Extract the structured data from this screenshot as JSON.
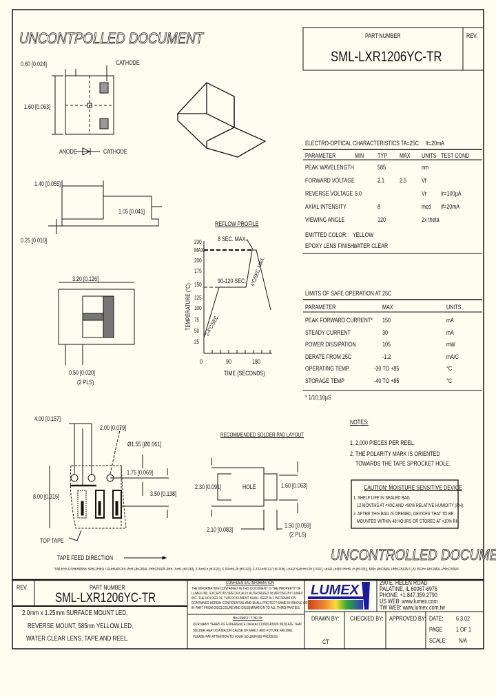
{
  "header": {
    "watermark_top": "UNCONTPOLLED DOCUMENT",
    "part_number_label": "PART NUMBER",
    "part_number": "SML-LXR1206YC-TR",
    "rev_label": "REV."
  },
  "top_view": {
    "dim_width": "0.60 [0.024]",
    "cathode_label": "CATHODE",
    "dim_length": "1.60 [0.063]",
    "anode_label": "ANODE",
    "cathode_symbol_label": "CATHODE"
  },
  "side_view": {
    "dim_height": "1.40 [0.055]",
    "dim_lead": "1.05 [0.041]",
    "dim_thickness": "0.25 [0.010]"
  },
  "front_view": {
    "dim_length": "3.20 [0.126]",
    "dim_pad": "0.50 [0.020]",
    "dim_pad_note": "(2 PLS)"
  },
  "reflow": {
    "title": "REFLOW PROFILE",
    "ylabel": "TEMPERATURE (°C)",
    "xlabel": "TIME (SECONDS)",
    "y_ticks": [
      "230",
      "MAX.",
      "200",
      "175",
      "150",
      "125",
      "100",
      "75",
      "50",
      "25"
    ],
    "x_ticks": [
      "0",
      "90",
      "180"
    ],
    "annotation_peak": "8 SEC. MAX.",
    "annotation_soak": "90-120 SEC.",
    "annotation_ramp_up": "2-4°C/SEC.",
    "annotation_ramp_down": "4°C/SEC. MAX."
  },
  "electro_optical": {
    "title": "ELECTRO-OPTICAL CHARACTERISTICS TA=25C",
    "title_cond": "If=20mA",
    "headers": [
      "PARAMETER",
      "MIN",
      "TYP",
      "MAX",
      "UNITS",
      "TEST COND"
    ],
    "rows": [
      [
        "PEAK WAVELENGTH",
        "",
        "585",
        "",
        "nm",
        ""
      ],
      [
        "FORWARD VOLTAGE",
        "",
        "2.1",
        "2.5",
        "Vf",
        ""
      ],
      [
        "REVERSE VOLTAGE",
        "5.0",
        "",
        "",
        "Vr",
        "Ir=100µA"
      ],
      [
        "AXIAL INTENSITY",
        "",
        "8",
        "",
        "mcd",
        "If=20mA"
      ],
      [
        "VIEWING ANGLE",
        "",
        "120",
        "",
        "2x theta",
        ""
      ]
    ],
    "emitted_color_label": "EMITTED COLOR:",
    "emitted_color": "YELLOW",
    "epoxy_label": "EPOXY LENS FINISH:",
    "epoxy": "WATER CLEAR"
  },
  "limits": {
    "title": "LIMITS OF SAFE OPERATION AT 25C",
    "headers": [
      "PARAMETER",
      "MAX",
      "UNITS"
    ],
    "rows": [
      [
        "PEAK FORWARD CURRENT*",
        "150",
        "mA"
      ],
      [
        "STEADY CURRENT",
        "30",
        "mA"
      ],
      [
        "POWER DISSIPATION",
        "105",
        "mW"
      ],
      [
        "DERATE FROM 25C",
        "-1.2",
        "mA/C"
      ],
      [
        "OPERATING TEMP.",
        "-30 TO +85",
        "°C"
      ],
      [
        "STORAGE TEMP",
        "-40 TO +85",
        "°C"
      ]
    ],
    "footnote": "* 1/10,10µS"
  },
  "tape": {
    "dim_pitch": "4.00 [0.157]",
    "dim_half_pitch": "2.00 [0.079]",
    "dim_hole": "Ø1.55 [Ø0.061]",
    "dim_edge": "1.75 [0.069]",
    "dim_width": "8.00 [0.315]",
    "dim_center": "3.50 [0.138]",
    "top_tape_label": "TOP TAPE",
    "feed_direction": "TAPE FEED DIRECTION"
  },
  "solder_pad": {
    "title": "RECOMMENDED SOLDER PAD LAYOUT",
    "hole_label": "HOLE",
    "dim_outer": "2.30 [0.091]",
    "dim_pad_h": "1.60 [0.063]",
    "dim_gap": "2.10 [0.083]",
    "dim_pad_w": "1.50 [0.059]",
    "dim_pad_note": "(2 PLS)"
  },
  "notes": {
    "title": "NOTES:",
    "items": [
      "1. 2,000 PIECES PER REEL.",
      "2. THE POLARITY MARK IS ORIENTED",
      "TOWARDS THE TAPE SPROCKET HOLE."
    ],
    "caution_title": "CAUTION: MOISTURE SENSITIVE DEVICE",
    "caution_lines": [
      "1. SHELF LIFE IN SEALED BAG",
      "12 MONTHS AT <40C AND <90% RELATIVE HUMIDITY (RH).",
      "2. AFTER THIS BAG IS OPENED, DEVICES THAT TO BE",
      "MOUNTED WITHIN 48 HOURS OR STORED AT <10% RH."
    ]
  },
  "watermark_bottom": "UNCONTROLLED DOCUMENT",
  "tolerance_note": "*UNLESS OTHERWISE SPECIFIED TOLERANCES PER DECIMAL PRECISION ARE: X=±1 [±0.039], X.X=±0.5 [±0.020], X.XX=±0.25 [±0.010], X.XXX=±0.127 [±0.005]. LEAD SIZE=±0.05 [0.002], LEAD LENGTH=±0.75 [±0.030], MM= DECIMAL PRECISION / (.X) INCH= DECIMAL PRECISION",
  "title_block": {
    "rev_label": "REV.",
    "part_number_label": "PART NUMBER",
    "part_number": "SML-LXR1206YC-TR",
    "description": [
      "2.0mm x 1.25mm SURFACE MOUNT LED,",
      "REVERSE MOUNT, 585nm YELLOW LED,",
      "WATER CLEAR LENS, TAPE AND REEL."
    ],
    "confidential_title": "CONFIDENTIAL INFORMATION",
    "confidential_lines": [
      "THE INFORMATION CONTAINED IN THIS DOCUMENT IS THE PROPERTY OF",
      "LUMEX INC. EXCEPT AS SPECIFICALLY AUTHORIZED IN WRITING BY LUMEX",
      "INC. THE HOLDER OF THIS DOCUMENT SHALL KEEP ALL INFORMATION",
      "CONTAINED HEREIN CONFIDENTIAL AND SHALL PROTECT SAME IN WHOLE OR",
      "IN PART FROM DISCLOSURE AND DISSEMINATION TO ALL THIRD PARTIES."
    ],
    "reliability_title": "RELIABILITY NOTE",
    "reliability_lines": [
      "OUR MANY YEARS OF EXPERIENCE DATA ACCUMULATION INDICATE THAT",
      "SOLDER HEAT IS A MAJOR CAUSE OF EARLY AND FUTURE FAILURE.",
      "PLEASE PAY ATTENTION TO YOUR SOLDERING PROCESS."
    ],
    "logo_text": "LUMEX",
    "address": [
      "290 E. HELEN ROAD",
      "PALATINE, IL   60067-6976",
      "PHONE: +1.847.359.2790",
      "US WEB: www.lumex.com",
      "TW WEB: www.lumex.com.tw"
    ],
    "drawn_by_label": "DRAWN BY:",
    "drawn_by": "CT",
    "checked_by_label": "CHECKED BY:",
    "approved_by_label": "APPROVED BY:",
    "date_label": "DATE:",
    "date": "6.3.02",
    "page_label": "PAGE",
    "page": "1 OF 1",
    "scale_label": "SCALE:",
    "scale": "N/A"
  },
  "colors": {
    "background": "#fdfdf0",
    "ink": "#111111",
    "logo_blue": "#1a1a9a"
  }
}
